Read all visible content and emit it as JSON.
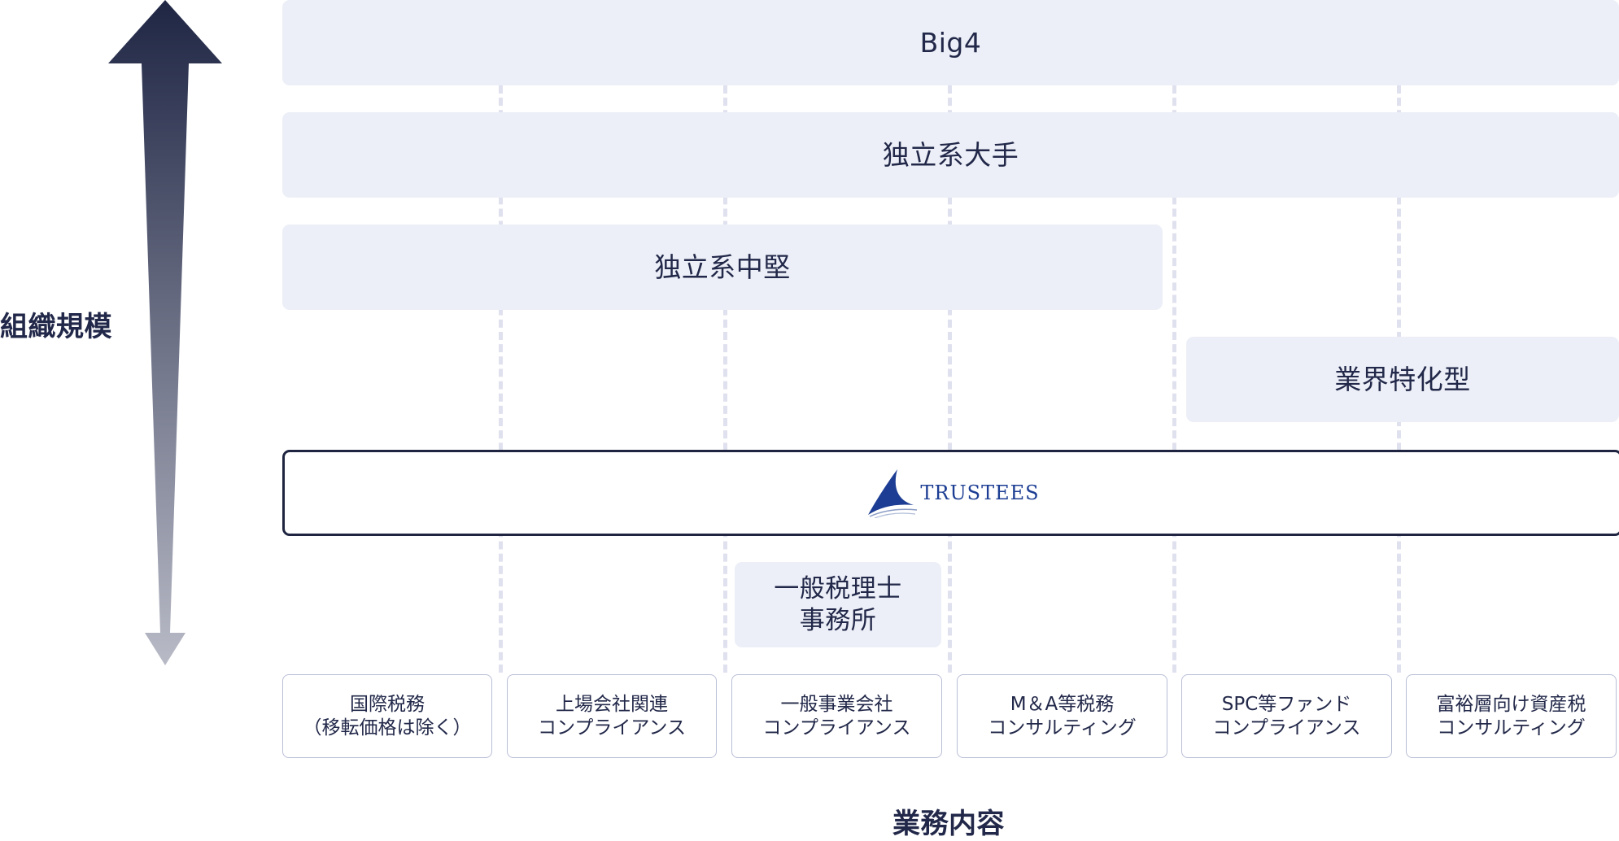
{
  "axes": {
    "vertical_label": "組織規模",
    "horizontal_label": "業務内容"
  },
  "tiers": {
    "big4": "Big4",
    "independent_large": "独立系大手",
    "independent_mid": "独立系中堅",
    "industry_specialized": "業界特化型",
    "general_tax_office": [
      "一般税理士",
      "事務所"
    ]
  },
  "trustees_logo_text": "TRUSTEES",
  "categories": [
    {
      "lines": [
        "国際税務",
        "（移転価格は除く）"
      ]
    },
    {
      "lines": [
        "上場会社関連",
        "コンプライアンス"
      ]
    },
    {
      "lines": [
        "一般事業会社",
        "コンプライアンス"
      ]
    },
    {
      "lines": [
        "M＆A等税務",
        "コンサルティング"
      ]
    },
    {
      "lines": [
        "SPC等ファンド",
        "コンプライアンス"
      ]
    },
    {
      "lines": [
        "富裕層向け資産税",
        "コンサルティング"
      ]
    }
  ],
  "colors": {
    "navy": "#222849",
    "tier_fill": "#eceff7",
    "divider": "#e0e1ee",
    "logo_blue": "#1c3d93"
  }
}
